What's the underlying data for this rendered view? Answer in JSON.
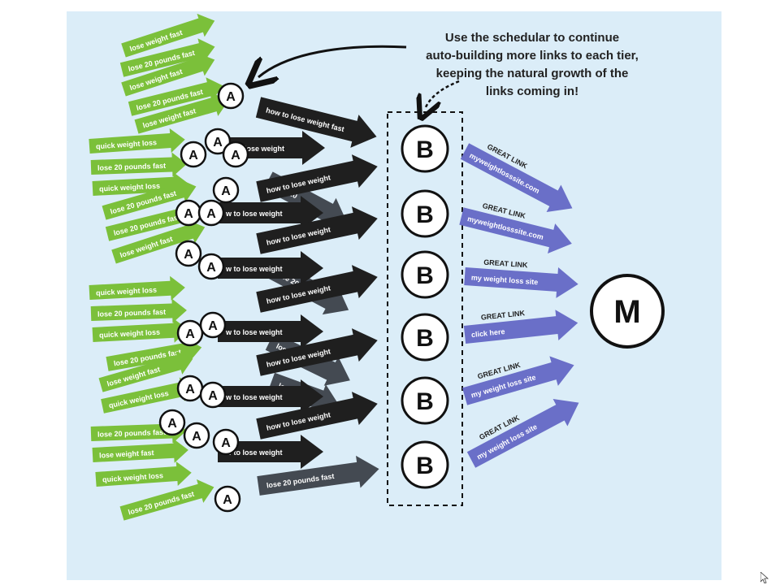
{
  "note": {
    "lines": [
      "Use the schedular to continue",
      "auto-building more links to each tier,",
      "keeping the natural growth of the",
      "links coming in!"
    ]
  },
  "colors": {
    "background": "#dbedf8",
    "green_tag": "#7bc03a",
    "dark_arrow": "#1f1f1f",
    "grey_arrow": "#444a52",
    "blue_arrow": "#6a6fc8",
    "node_fill": "#ffffff",
    "node_stroke": "#111111"
  },
  "tier_a_label": "A",
  "tier_b_label": "B",
  "money_label": "M",
  "green_tags": [
    "lose weight fast",
    "lose 20 pounds fast",
    "lose weight fast",
    "lose 20 pounds fast",
    "lose weight fast",
    "quick weight loss",
    "lose 20 pounds fast",
    "quick weight loss",
    "lose 20 pounds fast",
    "lose 20 pounds fast",
    "lose weight fast",
    "quick weight loss",
    "lose 20 pounds fast",
    "quick weight loss",
    "lose 20 pounds fast",
    "lose weight fast",
    "quick weight loss",
    "lose 20 pounds fast",
    "lose weight fast",
    "quick weight loss",
    "lose 20 pounds fast"
  ],
  "dark_arrows": [
    "how to lose weight fast",
    "to lose weight",
    "how to lose weight",
    "w to lose weight",
    "how to lose weight",
    "w to lose weight",
    "how to lose weight",
    "w to lose weight",
    "how to lose weight",
    "w to lose weight",
    "how to lose weight",
    "w to lose weight"
  ],
  "grey_arrows": [
    "lose 20 pounds fast",
    "lose 20",
    "lose 20",
    "lose 20",
    "lose 20"
  ],
  "blue_arrows": [
    {
      "header": "GREAT LINK",
      "label": "myweightlosssite.com"
    },
    {
      "header": "GREAT LINK",
      "label": "myweightlosssite.com"
    },
    {
      "header": "GREAT LINK",
      "label": "my weight loss site"
    },
    {
      "header": "GREAT LINK",
      "label": "click here"
    },
    {
      "header": "GREAT LINK",
      "label": "my weight loss site"
    },
    {
      "header": "GREAT LINK",
      "label": "my weight loss site"
    }
  ]
}
